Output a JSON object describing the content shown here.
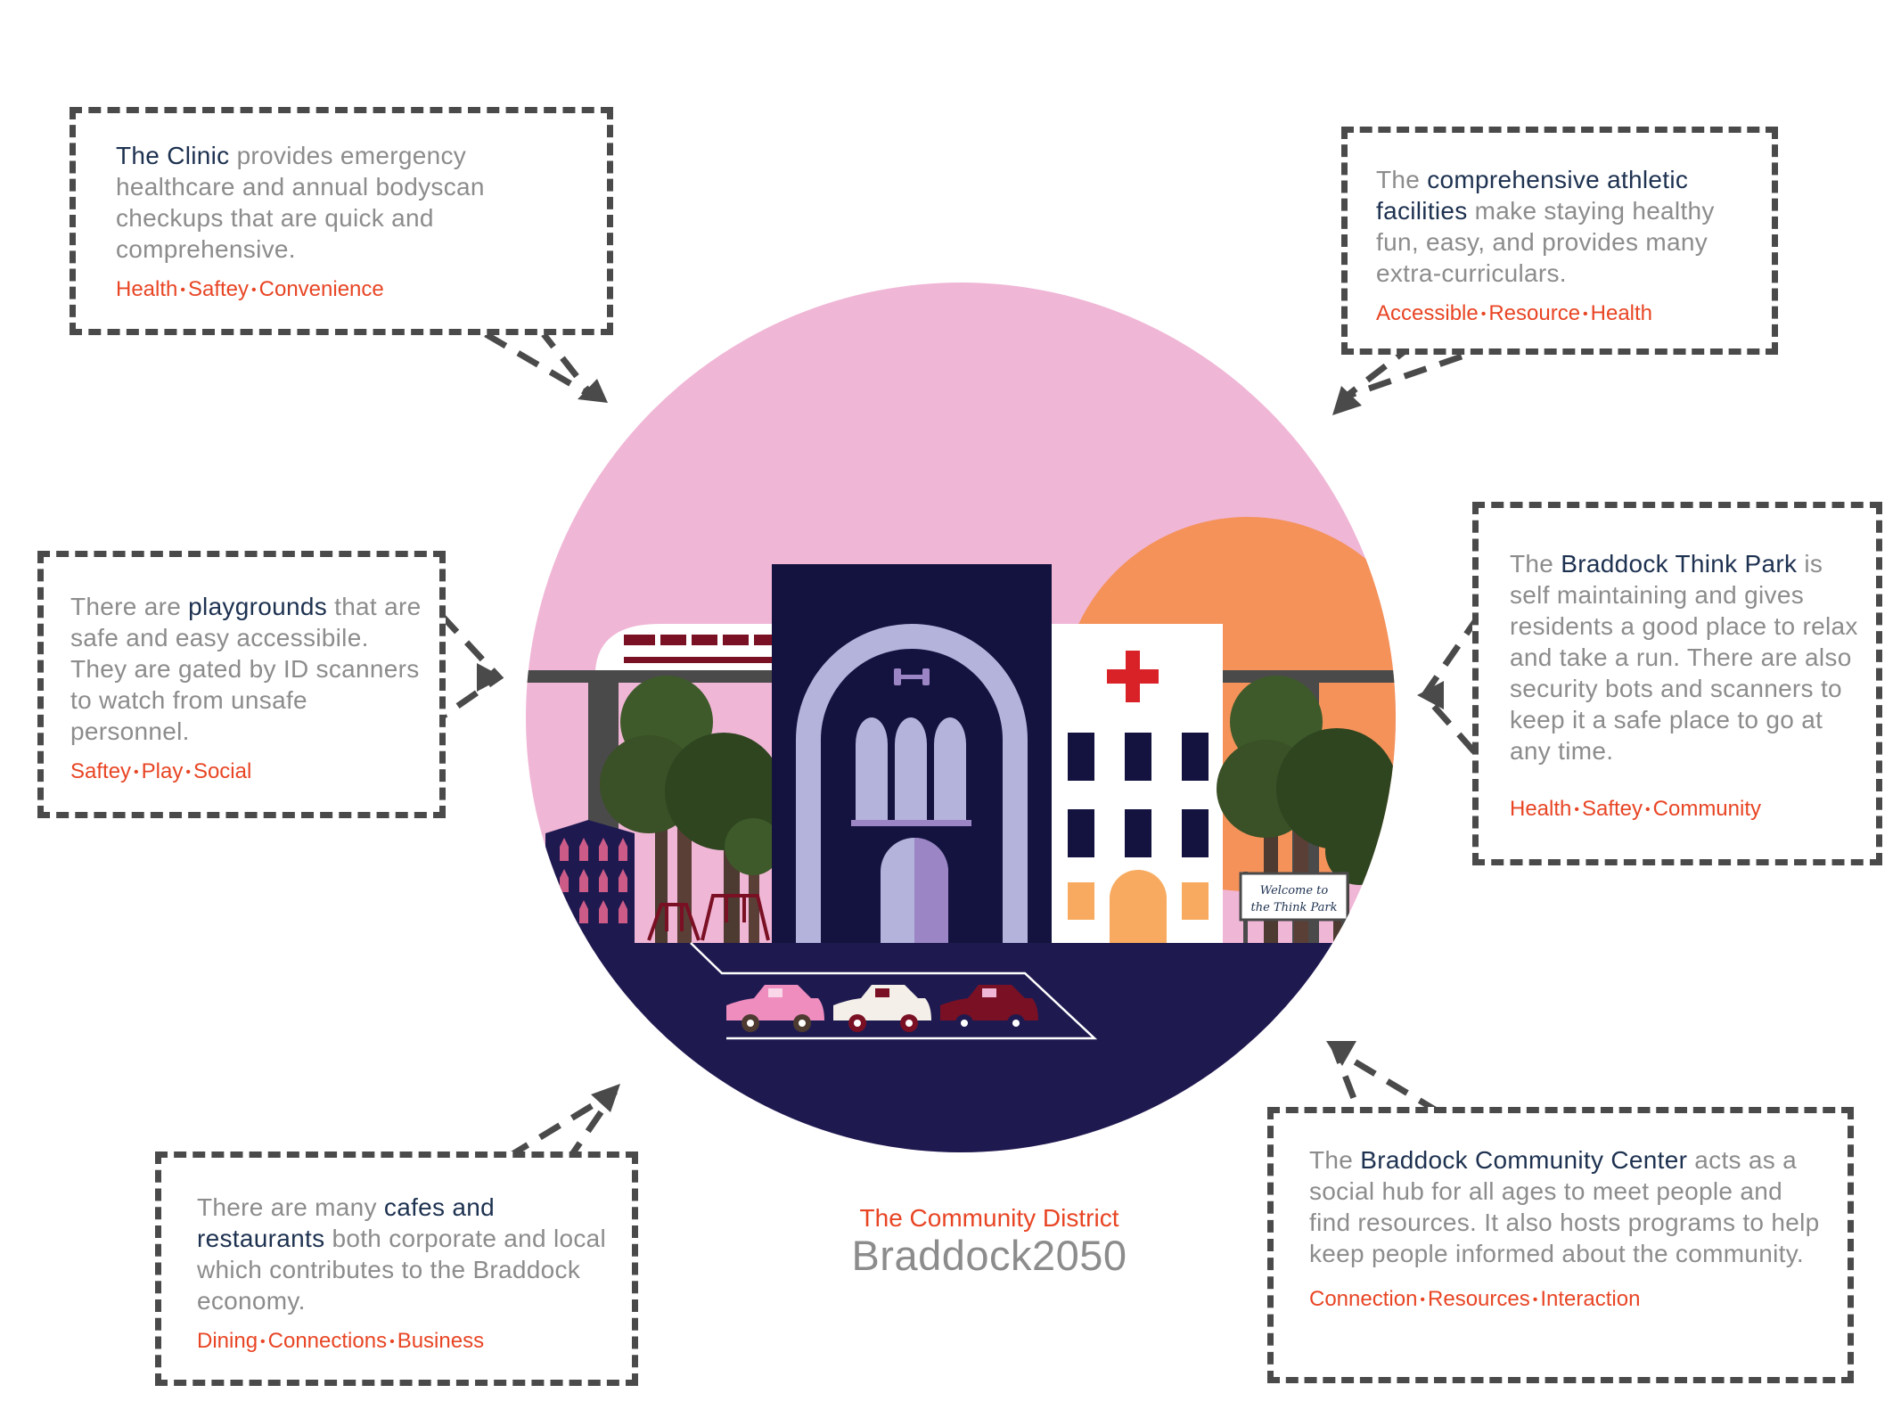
{
  "caption": {
    "subtitle": "The Community District",
    "title": "Braddock2050"
  },
  "scene": {
    "sign_line1": "Welcome to",
    "sign_line2": "the Think Park",
    "colors": {
      "sky": "#f0b6d6",
      "sun": "#f4925a",
      "road": "#1e1a50",
      "building": "#141340",
      "arch": "#b3b3dc",
      "hospital_cross": "#d92228",
      "tree": "#3e5a2a"
    }
  },
  "callouts": {
    "clinic": {
      "pre": "",
      "highlight": "The Clinic",
      "post": " provides emergency healthcare and annual bodyscan checkups that are quick and comprehensive.",
      "tags": [
        "Health",
        "Saftey",
        "Convenience"
      ]
    },
    "athletic": {
      "pre": "The ",
      "highlight": "comprehensive athletic facilities",
      "post": " make staying healthy fun, easy, and provides many extra-curriculars.",
      "tags": [
        "Accessible",
        "Resource",
        "Health"
      ]
    },
    "playgrounds": {
      "pre": "There are ",
      "highlight": "playgrounds",
      "post": " that are safe and easy accessibile. They are gated by ID scanners to watch from unsafe personnel.",
      "tags": [
        "Saftey",
        "Play",
        "Social"
      ]
    },
    "thinkpark": {
      "pre": "The ",
      "highlight": "Braddock Think Park",
      "post": " is self maintaining and gives residents a good place to relax and take a run. There are also security bots and scanners to keep it a safe place to go at any time.",
      "tags": [
        "Health",
        "Saftey",
        "Community"
      ]
    },
    "cafes": {
      "pre": "There are many ",
      "highlight": "cafes and restaurants",
      "post": " both corporate and local which contributes to the Braddock economy.",
      "tags": [
        "Dining",
        "Connections",
        "Business"
      ]
    },
    "community": {
      "pre": "The ",
      "highlight": "Braddock Community Center",
      "post": " acts as a social hub for all ages to meet people and find resources. It also hosts programs to help keep people informed about the community.",
      "tags": [
        "Connection",
        "Resources",
        "Interaction"
      ]
    }
  }
}
